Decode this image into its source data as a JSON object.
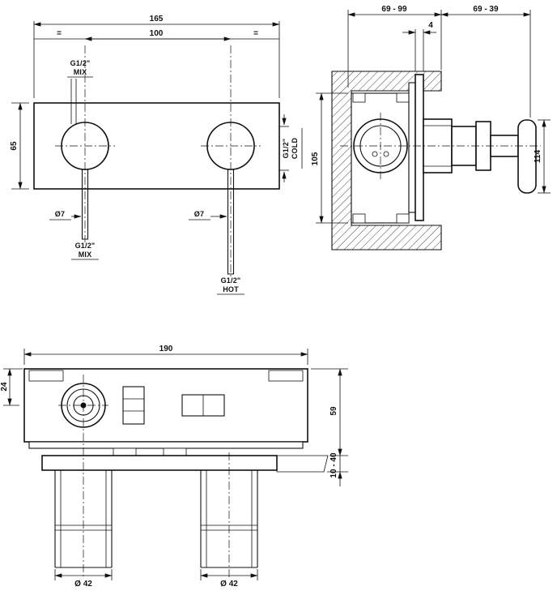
{
  "front_view": {
    "dims": {
      "width_total": "165",
      "width_centers": "100",
      "equal_left": "=",
      "equal_right": "=",
      "height": "65",
      "pipe_left": "Ø7",
      "pipe_right": "Ø7"
    },
    "ports": {
      "mix_top": {
        "thread": "G1/2\"",
        "name": "MIX"
      },
      "mix_bottom": {
        "thread": "G1/2\"",
        "name": "MIX"
      },
      "hot": {
        "thread": "G1/2\"",
        "name": "HOT"
      },
      "cold": {
        "thread": "G1/2\"",
        "name": "COLD"
      }
    }
  },
  "side_view": {
    "dims": {
      "depth_range": "69 - 99",
      "handle_range": "69 - 39",
      "plate_thickness": "4",
      "body_height": "105",
      "handle_height": "114"
    }
  },
  "top_view": {
    "dims": {
      "width": "190",
      "center_offset": "24",
      "depth": "59",
      "wall_range": "10 - 40",
      "pipe_left": "Ø 42",
      "pipe_right": "Ø 42"
    }
  }
}
